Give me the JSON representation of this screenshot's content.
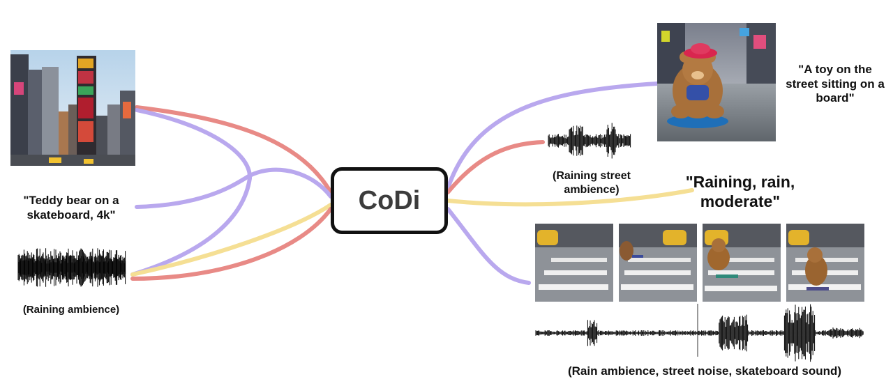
{
  "model": {
    "name": "CoDi"
  },
  "inputs": {
    "text_prompt": "\"Teddy bear on a skateboard, 4k\"",
    "audio_caption": "(Raining ambience)"
  },
  "outputs": {
    "image_caption": "\"A toy on the street sitting on a board\"",
    "audio_caption": "(Raining street ambience)",
    "text_output": "\"Raining, rain, moderate\"",
    "video_audio_caption": "(Rain ambience, street noise, skateboard sound)"
  },
  "colors": {
    "image_link": "#e88a86",
    "text_link": "#b9a8ee",
    "audio_link": "#f5df94",
    "video_link": "#b9a8ee"
  }
}
